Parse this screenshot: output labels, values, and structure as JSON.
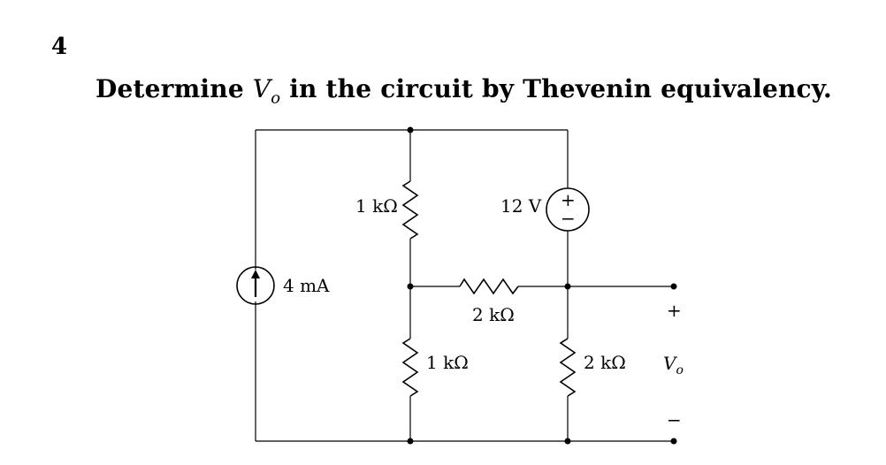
{
  "problem": {
    "number": "4",
    "title_prefix": "Determine ",
    "title_var": "V",
    "title_var_sub": "o",
    "title_suffix": " in the circuit by Thevenin equivalency."
  },
  "circuit": {
    "current_source": "4 mA",
    "r_top_left": "1 kΩ",
    "voltage_source": "12 V",
    "voltage_plus": "+",
    "voltage_minus": "−",
    "r_middle": "2 kΩ",
    "r_bottom_left": "1 kΩ",
    "r_bottom_right": "2 kΩ",
    "output_plus": "+",
    "output_var": "V",
    "output_var_sub": "o",
    "output_minus": "−"
  }
}
